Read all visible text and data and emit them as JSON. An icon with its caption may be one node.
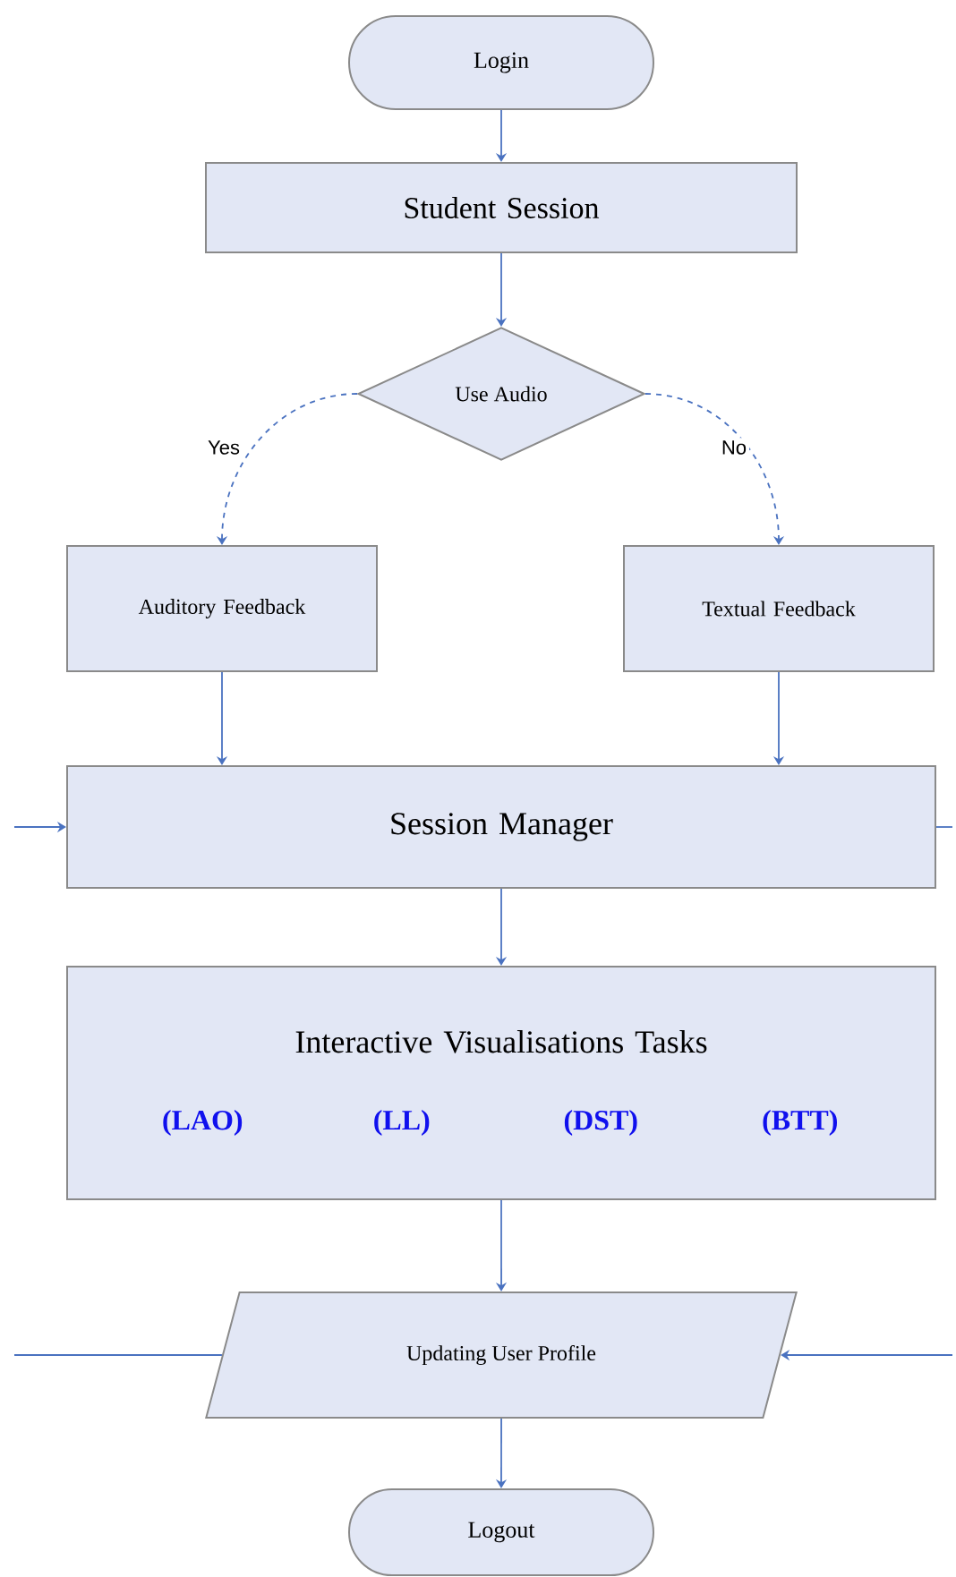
{
  "diagram": {
    "nodes": [
      {
        "text": [
          "Login"
        ]
      },
      {
        "text": [
          "Student Session"
        ]
      },
      {
        "text": [
          "Use Audio"
        ]
      },
      {
        "text": [
          "Auditory Feedback"
        ]
      },
      {
        "text": [
          "Textual Feedback"
        ]
      },
      {
        "text": [
          "Session Manager"
        ]
      },
      {
        "text": [
          "Interactive Visualisations Tasks",
          "(LAO)",
          "(LL)",
          "(DST)",
          "(BTT)"
        ]
      },
      {
        "text": [
          "Updating User Profile"
        ]
      },
      {
        "text": [
          "Logout"
        ]
      }
    ],
    "edges": [
      {
        "from": 0,
        "to": 1,
        "arrow": "to"
      },
      {
        "from": 1,
        "to": 2,
        "arrow": "to"
      },
      {
        "from": 2,
        "to": 3,
        "arrow": "to",
        "label": "Yes",
        "style": "dashed"
      },
      {
        "from": 2,
        "to": 4,
        "arrow": "to",
        "label": "No",
        "style": "dashed"
      },
      {
        "from": 3,
        "to": 5,
        "arrow": "to"
      },
      {
        "from": 4,
        "to": 5,
        "arrow": "to"
      },
      {
        "from": 5,
        "to": 6,
        "arrow": "to"
      },
      {
        "from": 6,
        "to": 7,
        "arrow": "to"
      },
      {
        "from": 7,
        "to": 8,
        "arrow": "to"
      },
      {
        "from": null,
        "to": 5,
        "arrow": "to"
      },
      {
        "from": 5,
        "to": null,
        "arrow": "none"
      },
      {
        "from": null,
        "to": 7,
        "arrow": "to"
      },
      {
        "from": 7,
        "to": null,
        "arrow": "none"
      }
    ]
  }
}
